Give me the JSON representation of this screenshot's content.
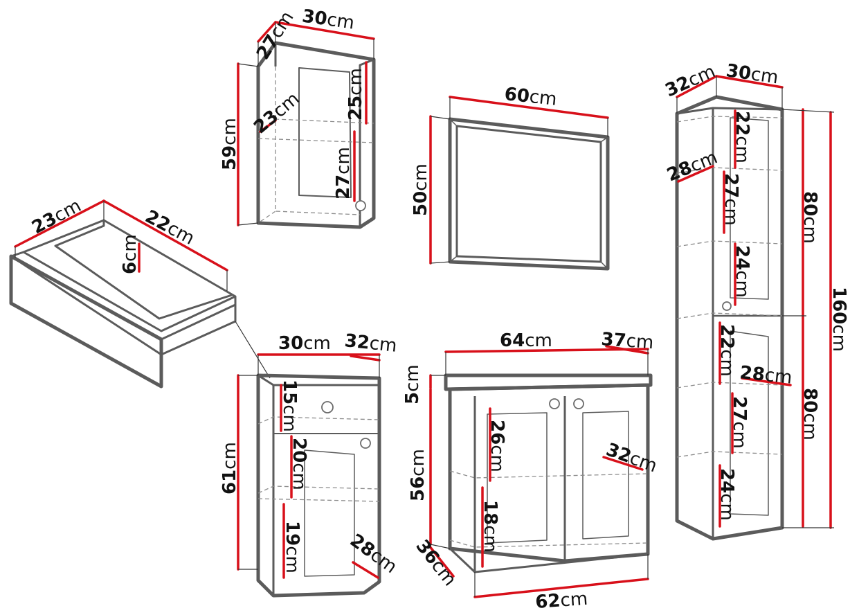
{
  "units": "cm",
  "wall_cabinet": {
    "width": "30",
    "depth": "27",
    "height": "59",
    "inner_depth": "23",
    "upper_compartment": "25",
    "lower_compartment": "27"
  },
  "mirror": {
    "width": "60",
    "height": "50"
  },
  "drawer": {
    "width": "23",
    "depth": "22",
    "height": "6"
  },
  "tall_cabinet": {
    "width": "30",
    "depth": "32",
    "inner_depth": "28",
    "upper_height": "80",
    "lower_height": "80",
    "total_height": "160",
    "shelves_upper": [
      "22",
      "27",
      "24"
    ],
    "shelves_lower": [
      "22",
      "27",
      "24"
    ],
    "inner_depth_lower": "28"
  },
  "small_cabinet": {
    "width": "30",
    "depth": "32",
    "height": "61",
    "drawer_height": "15",
    "middle": "20",
    "bottom": "19",
    "inner_depth": "28"
  },
  "sink_cabinet": {
    "top_width": "64",
    "top_depth": "37",
    "top_thickness": "5",
    "body_height": "56",
    "body_width": "62",
    "body_depth": "36",
    "upper_compartment": "26",
    "lower_compartment": "18",
    "inner_depth": "32"
  }
}
